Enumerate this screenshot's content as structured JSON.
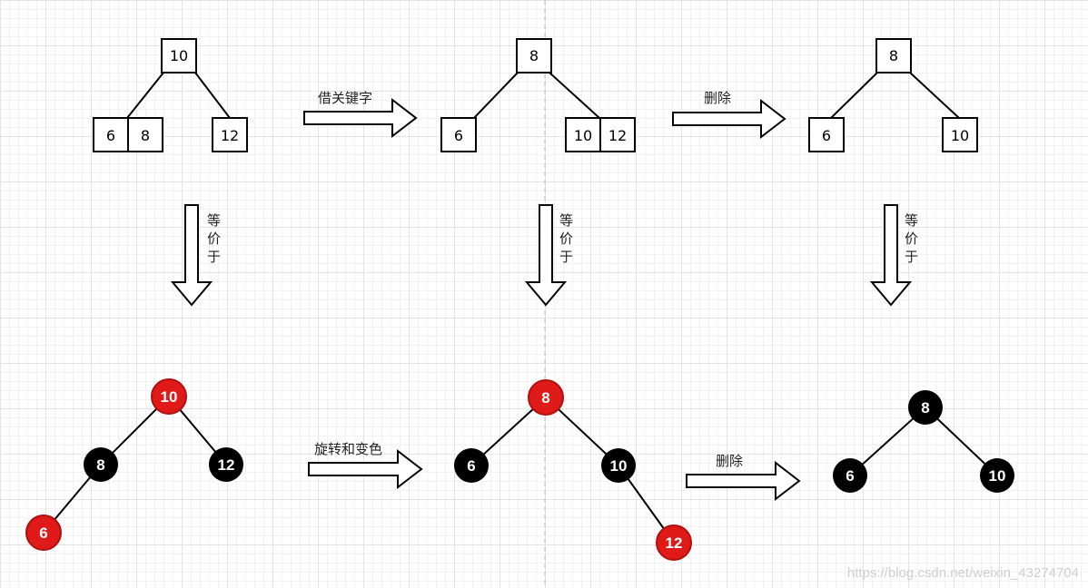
{
  "colors": {
    "red": "#e01919",
    "black": "#000000",
    "outline": "#000000",
    "guide": "#bdbdbd"
  },
  "top_row": {
    "tree1": {
      "root": "10",
      "left_a": "6",
      "left_b": "8",
      "right": "12"
    },
    "arrow1_label": "借关键字",
    "tree2": {
      "root": "8",
      "left": "6",
      "right_a": "10",
      "right_b": "12"
    },
    "arrow2_label": "删除",
    "tree3": {
      "root": "8",
      "left": "6",
      "right": "10"
    }
  },
  "equivalence": {
    "labels": [
      [
        "等",
        "价",
        "于"
      ],
      [
        "等",
        "价",
        "于"
      ],
      [
        "等",
        "价",
        "于"
      ]
    ]
  },
  "bottom_row": {
    "tree1": {
      "root": "10",
      "left": "8",
      "right": "12",
      "left_left": "6"
    },
    "arrow1_label": "旋转和变色",
    "tree2": {
      "root": "8",
      "left": "6",
      "right": "10",
      "right_right": "12"
    },
    "arrow2_label": "删除",
    "tree3": {
      "root": "8",
      "left": "6",
      "right": "10"
    }
  },
  "watermark": "https://blog.csdn.net/weixin_43274704"
}
